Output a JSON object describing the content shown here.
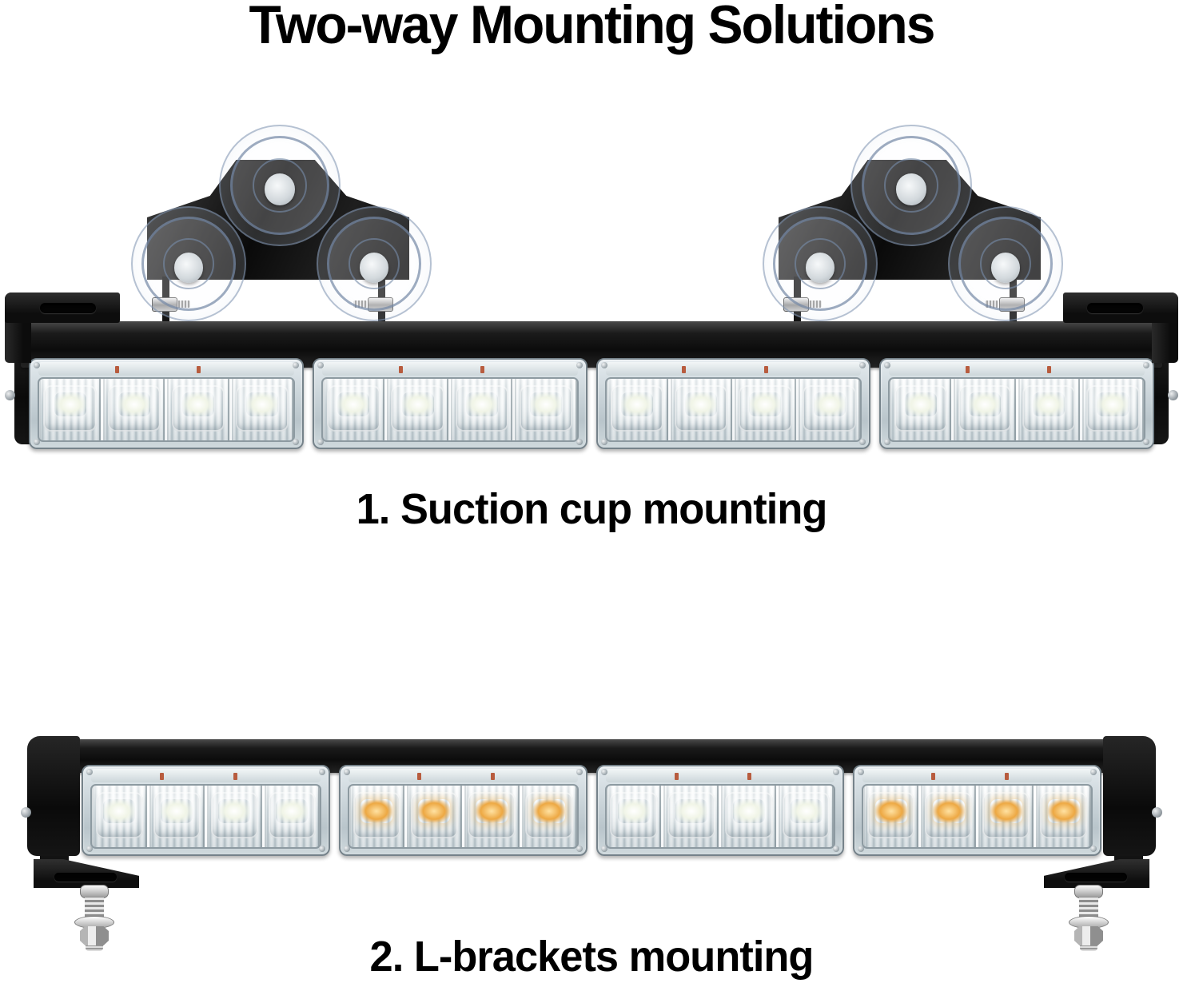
{
  "page": {
    "title": "Two-way Mounting Solutions"
  },
  "sections": {
    "suction": {
      "caption": "1. Suction cup mounting"
    },
    "l_brackets": {
      "caption": "2. L-brackets mounting"
    }
  },
  "light_bars": {
    "top": {
      "label": "LED light bar with suction cup mounts",
      "mounts": 2,
      "suction_cups_per_mount": 3,
      "leds_per_module": 4,
      "module_led_colors": [
        "white",
        "white",
        "white",
        "white"
      ]
    },
    "bottom": {
      "label": "LED light bar with L-bracket feet and bolts",
      "l_brackets": 2,
      "bolts": 2,
      "leds_per_module": 4,
      "module_led_colors": [
        "white",
        "amber",
        "white",
        "amber"
      ]
    }
  },
  "colors": {
    "background": "#ffffff",
    "text": "#000000",
    "housing_black": "#151515",
    "lens_gray": "#dde6e9",
    "led_white": "#f1f5e7",
    "led_amber": "#eda843",
    "hardware_silver": "#c9cccd",
    "suction_cup_rim": "#7d91af"
  }
}
